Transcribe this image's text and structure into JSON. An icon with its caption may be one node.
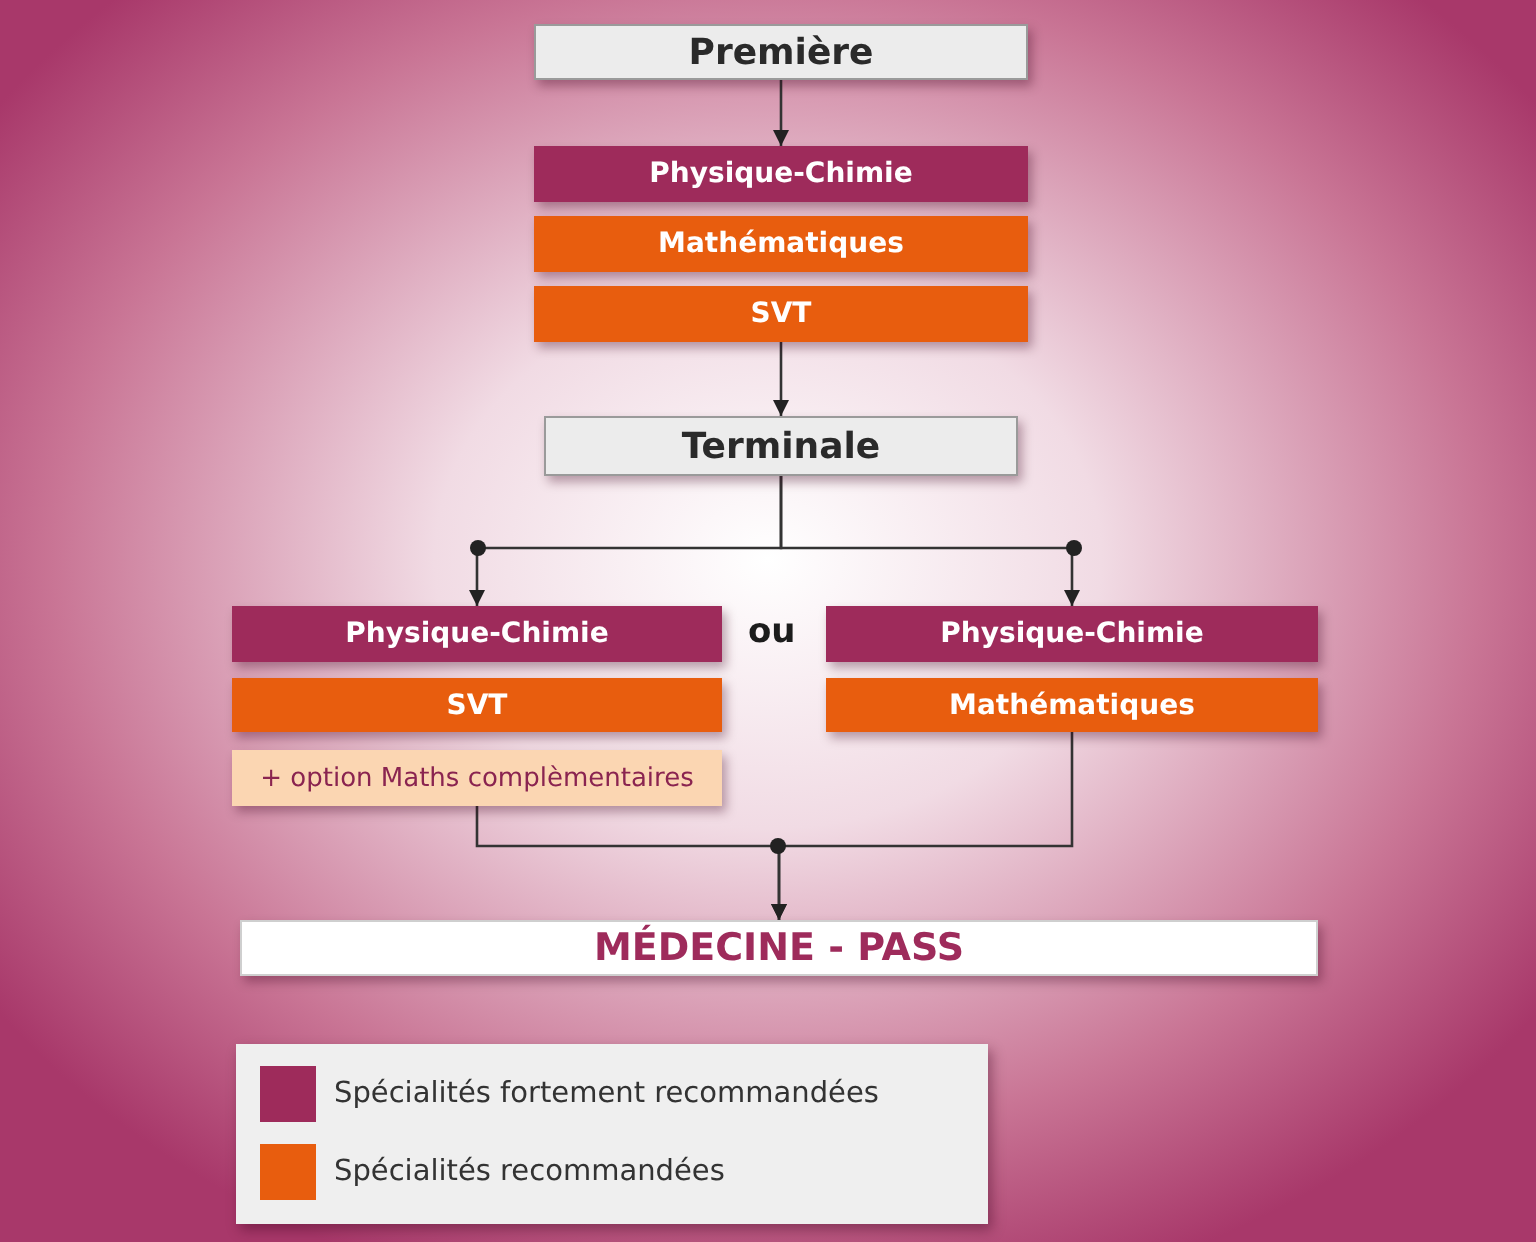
{
  "diagram": {
    "nodes": [
      {
        "text": [
          "Première"
        ]
      },
      {
        "text": [
          "Physique-Chimie"
        ]
      },
      {
        "text": [
          "Mathématiques"
        ]
      },
      {
        "text": [
          "SVT"
        ]
      },
      {
        "text": [
          "Terminale"
        ]
      },
      {
        "text": [
          "Physique-Chimie"
        ]
      },
      {
        "text": [
          "SVT"
        ]
      },
      {
        "text": [
          "+ option Maths complèmentaires"
        ]
      },
      {
        "text": [
          "Physique-Chimie"
        ]
      },
      {
        "text": [
          "Mathématiques"
        ]
      },
      {
        "text": [
          "MÉDECINE - PASS"
        ]
      }
    ],
    "edges": [
      {
        "from": 0,
        "to": 1,
        "arrow": "to"
      },
      {
        "from": 3,
        "to": 4,
        "arrow": "to"
      },
      {
        "from": 4,
        "to": 5,
        "arrow": "to"
      },
      {
        "from": 4,
        "to": 8,
        "arrow": "to"
      },
      {
        "from": 7,
        "to": 10,
        "arrow": "to"
      },
      {
        "from": 9,
        "to": 10,
        "arrow": "to"
      }
    ],
    "labels": [
      "ou"
    ],
    "legend": [
      {
        "text": "Spécialités fortement recommandées",
        "color": "#9e2b5b"
      },
      {
        "text": "Spécialités recommandées",
        "color": "#e85d0e"
      }
    ]
  }
}
